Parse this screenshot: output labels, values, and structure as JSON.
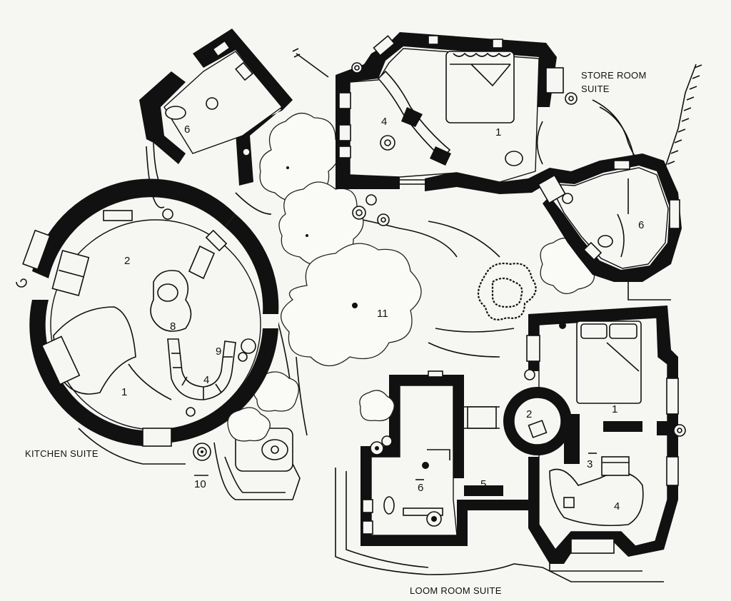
{
  "suites": {
    "kitchen": "KITCHEN SUITE",
    "store_line1": "STORE ROOM",
    "store_line2": "SUITE",
    "loom": "LOOM ROOM SUITE"
  },
  "room_numbers": {
    "kitchen_6": "6",
    "kitchen_2": "2",
    "kitchen_8": "8",
    "kitchen_9": "9",
    "kitchen_1": "1",
    "kitchen_4": "4",
    "kitchen_10": "10",
    "store_4": "4",
    "store_1": "1",
    "store_6": "6",
    "courtyard_11": "11",
    "loom_1": "1",
    "loom_2": "2",
    "loom_3": "3",
    "loom_4": "4",
    "loom_5": "5",
    "loom_6": "6"
  }
}
